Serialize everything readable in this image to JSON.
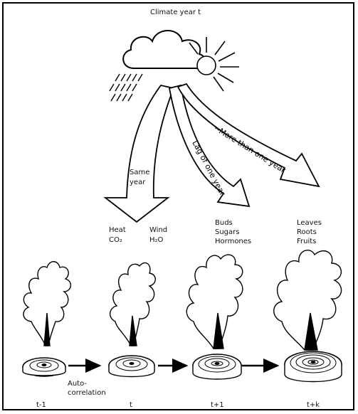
{
  "title": "Climate year t",
  "arrows": {
    "same_year": [
      "Same",
      "year"
    ],
    "lag_one_year": "Lag of one year",
    "more_than_one_year": "--More than one year"
  },
  "factors": {
    "same_year_left": [
      "Heat",
      "CO₂"
    ],
    "same_year_right": [
      "Wind",
      "H₂O"
    ],
    "lag": [
      "Buds",
      "Sugars",
      "Hormones"
    ],
    "long": [
      "Leaves",
      "Roots",
      "Fruits"
    ]
  },
  "autocorrelation": [
    "Auto-",
    "correlation"
  ],
  "time_labels": [
    "t-1",
    "t",
    "t+1",
    "t+k"
  ]
}
